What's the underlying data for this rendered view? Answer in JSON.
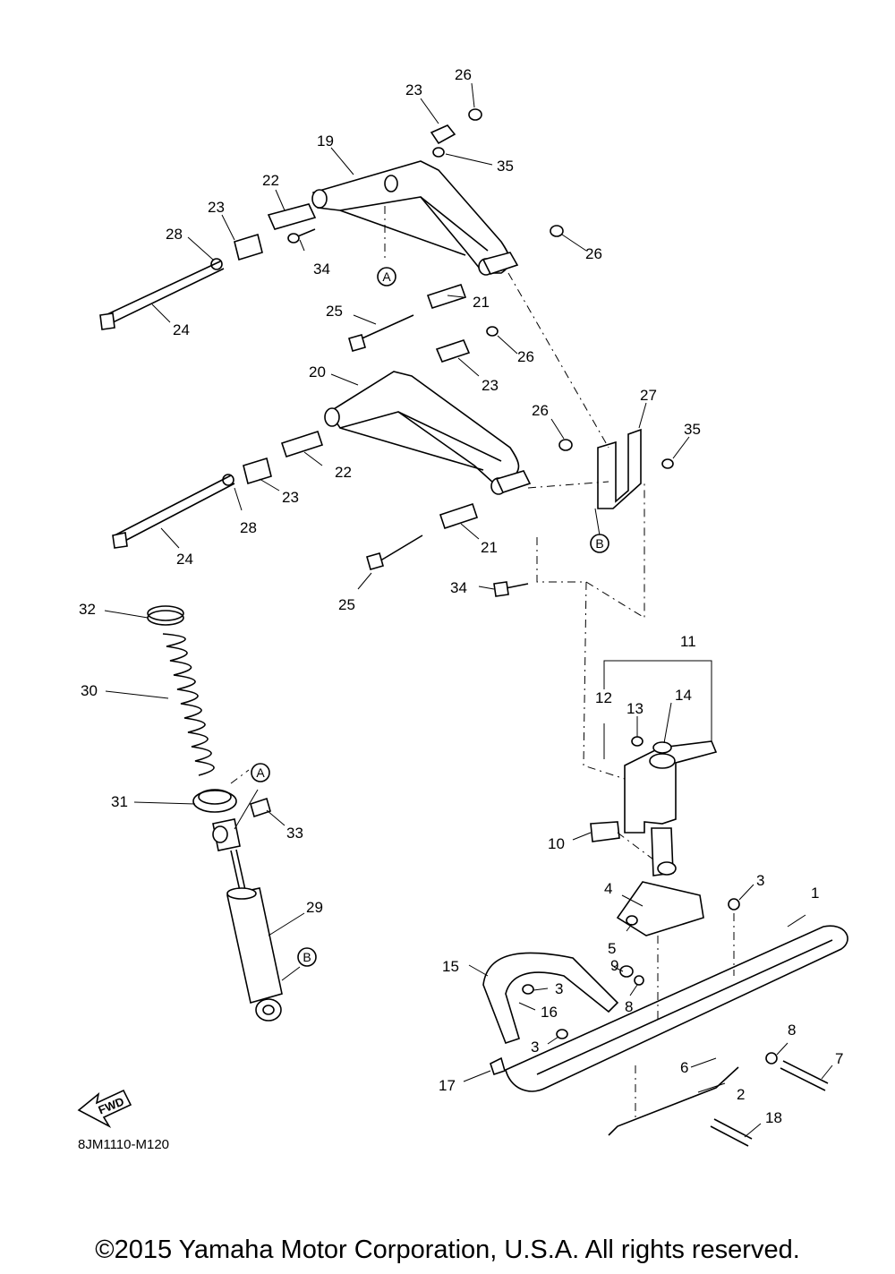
{
  "diagram": {
    "part_labels": [
      "1",
      "2",
      "3",
      "3",
      "3",
      "4",
      "5",
      "6",
      "7",
      "8",
      "8",
      "9",
      "10",
      "11",
      "12",
      "13",
      "14",
      "15",
      "16",
      "17",
      "18",
      "19",
      "20",
      "21",
      "21",
      "22",
      "22",
      "23",
      "23",
      "23",
      "23",
      "24",
      "24",
      "25",
      "25",
      "26",
      "26",
      "26",
      "26",
      "27",
      "28",
      "28",
      "29",
      "30",
      "31",
      "32",
      "33",
      "34",
      "34",
      "35",
      "35"
    ],
    "callouts": [
      "A",
      "A",
      "B",
      "B"
    ],
    "fwd_label": "FWD",
    "code": "8JM1110-M120",
    "copyright": "©2015 Yamaha Motor Corporation, U.S.A. All rights reserved."
  }
}
